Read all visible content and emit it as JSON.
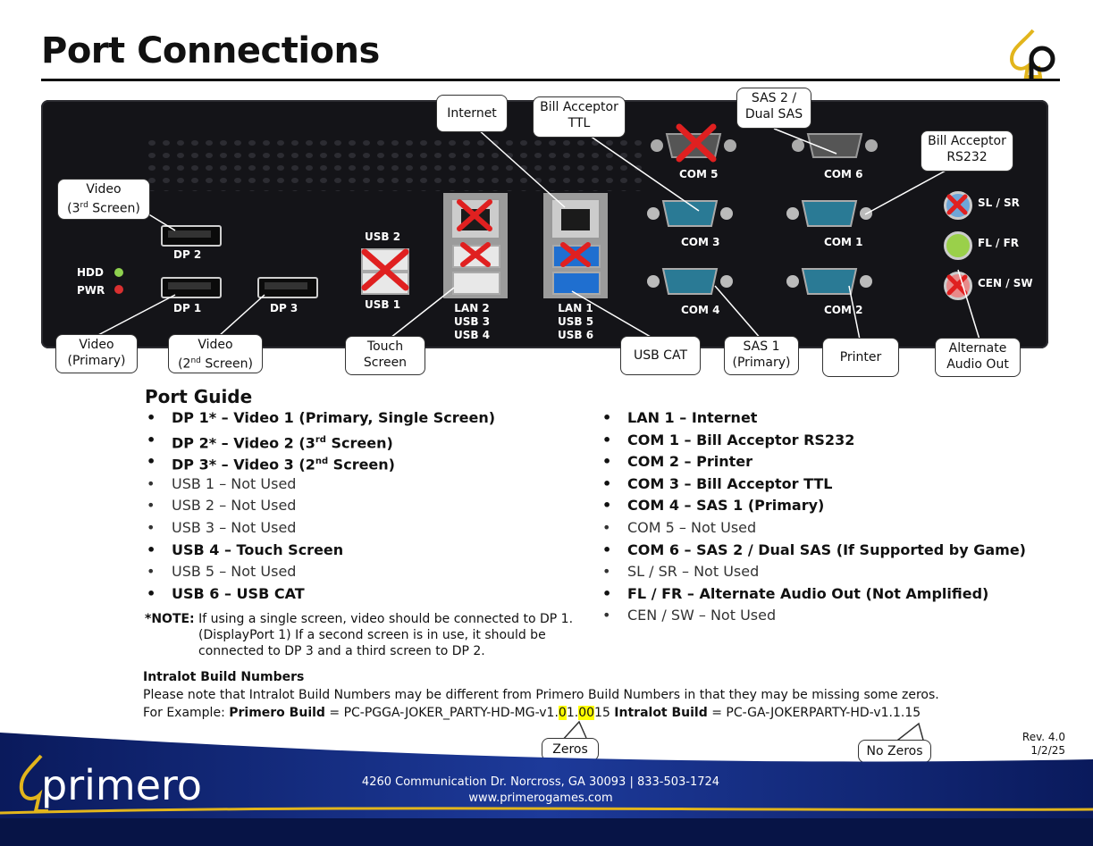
{
  "title": "Port Connections",
  "hardware": {
    "port_labels": {
      "dp2": "DP 2",
      "dp1": "DP 1",
      "dp3": "DP 3",
      "hdd": "HDD",
      "pwr": "PWR",
      "usb2": "USB 2",
      "usb1": "USB 1",
      "lan_left": [
        "LAN 2",
        "USB 3",
        "USB 4"
      ],
      "lan_right": [
        "LAN 1",
        "USB 5",
        "USB 6"
      ],
      "com5": "COM 5",
      "com6": "COM 6",
      "com3": "COM 3",
      "com1": "COM 1",
      "com4": "COM 4",
      "com2": "COM 2",
      "sl_sr": "SL / SR",
      "fl_fr": "FL / FR",
      "cen_sw": "CEN / SW"
    },
    "callouts": {
      "video3_line1": "Video",
      "video3_line2_pre": "(3",
      "video3_sup": "rd",
      "video3_line2_post": " Screen)",
      "video_primary_line1": "Video",
      "video_primary_line2": "(Primary)",
      "video2_line1": "Video",
      "video2_line2_pre": "(2",
      "video2_sup": "nd",
      "video2_line2_post": " Screen)",
      "touch_line1": "Touch",
      "touch_line2": "Screen",
      "internet": "Internet",
      "bill_ttl_line1": "Bill Acceptor",
      "bill_ttl_line2": "TTL",
      "sas2_line1": "SAS 2 /",
      "sas2_line2": "Dual SAS",
      "bill_rs232_line1": "Bill Acceptor",
      "bill_rs232_line2": "RS232",
      "usb_cat": "USB CAT",
      "sas1_line1": "SAS 1",
      "sas1_line2": "(Primary)",
      "printer": "Printer",
      "alt_audio_line1": "Alternate",
      "alt_audio_line2": "Audio Out"
    }
  },
  "guide": {
    "heading": "Port Guide",
    "left": [
      {
        "pre": "DP 1* – Video 1 (Primary, Single Screen)",
        "sup": "",
        "post": "",
        "bold": true
      },
      {
        "pre": "DP 2* – Video 2 (3",
        "sup": "rd",
        "post": " Screen)",
        "bold": true
      },
      {
        "pre": "DP 3* – Video 3 (2",
        "sup": "nd",
        "post": " Screen)",
        "bold": true
      },
      {
        "pre": "USB 1 – Not Used",
        "sup": "",
        "post": "",
        "bold": false
      },
      {
        "pre": "USB 2 – Not Used",
        "sup": "",
        "post": "",
        "bold": false
      },
      {
        "pre": "USB 3 – Not Used",
        "sup": "",
        "post": "",
        "bold": false
      },
      {
        "pre": "USB 4 – Touch Screen",
        "sup": "",
        "post": "",
        "bold": true
      },
      {
        "pre": "USB 5 – Not Used",
        "sup": "",
        "post": "",
        "bold": false
      },
      {
        "pre": "USB 6 – USB CAT",
        "sup": "",
        "post": "",
        "bold": true
      }
    ],
    "right": [
      {
        "text": "LAN 1 – Internet",
        "bold": true
      },
      {
        "text": "COM 1 – Bill Acceptor RS232",
        "bold": true
      },
      {
        "text": "COM 2 – Printer",
        "bold": true
      },
      {
        "text": "COM 3 – Bill Acceptor TTL",
        "bold": true
      },
      {
        "text": "COM 4 – SAS 1 (Primary)",
        "bold": true
      },
      {
        "text": "COM 5 – Not Used",
        "bold": false
      },
      {
        "text": "COM 6 – SAS 2 / Dual SAS (If Supported by Game)",
        "bold": true
      },
      {
        "text": "SL / SR – Not Used",
        "bold": false
      },
      {
        "text": "FL / FR – Alternate Audio Out (Not Amplified)",
        "bold": true
      },
      {
        "text": "CEN / SW – Not Used",
        "bold": false
      }
    ],
    "note_label": "*NOTE:",
    "note_line1": "If using a single screen, video should be connected to DP 1.",
    "note_line2": "(DisplayPort 1)  If a second screen is in use, it should be",
    "note_line3": "connected to DP 3 and a third screen to DP 2."
  },
  "build": {
    "heading": "Intralot Build Numbers",
    "line1": "Please note that Intralot Build Numbers may be different from Primero Build Numbers in that they may be missing some zeros.",
    "example_label": "For Example: ",
    "primero_label": "Primero Build",
    "eq1": " = PC-PGGA-JOKER_PARTY-HD-MG-v1.",
    "hl1": "0",
    "mid1": "1.",
    "hl2": "00",
    "tail1": "15  ",
    "intralot_label": "Intralot Build",
    "eq2": " = PC-GA-JOKERPARTY-HD-v1.1.15",
    "zeros_callout": "Zeros",
    "nozeros_callout": "No Zeros"
  },
  "rev_line1": "Rev. 4.0",
  "rev_line2": "1/2/25",
  "footer": {
    "brand": "primero",
    "address": "4260 Communication Dr. Norcross, GA 30093 | 833-503-1724",
    "website": "www.primerogames.com"
  },
  "colors": {
    "footer_navy": "#0a1a5c",
    "accent_gold": "#e2b51c",
    "highlight": "#ffff00",
    "x_red": "#e02020"
  },
  "icons": {
    "logo": "spade-p-logo",
    "status": "led-icon"
  }
}
